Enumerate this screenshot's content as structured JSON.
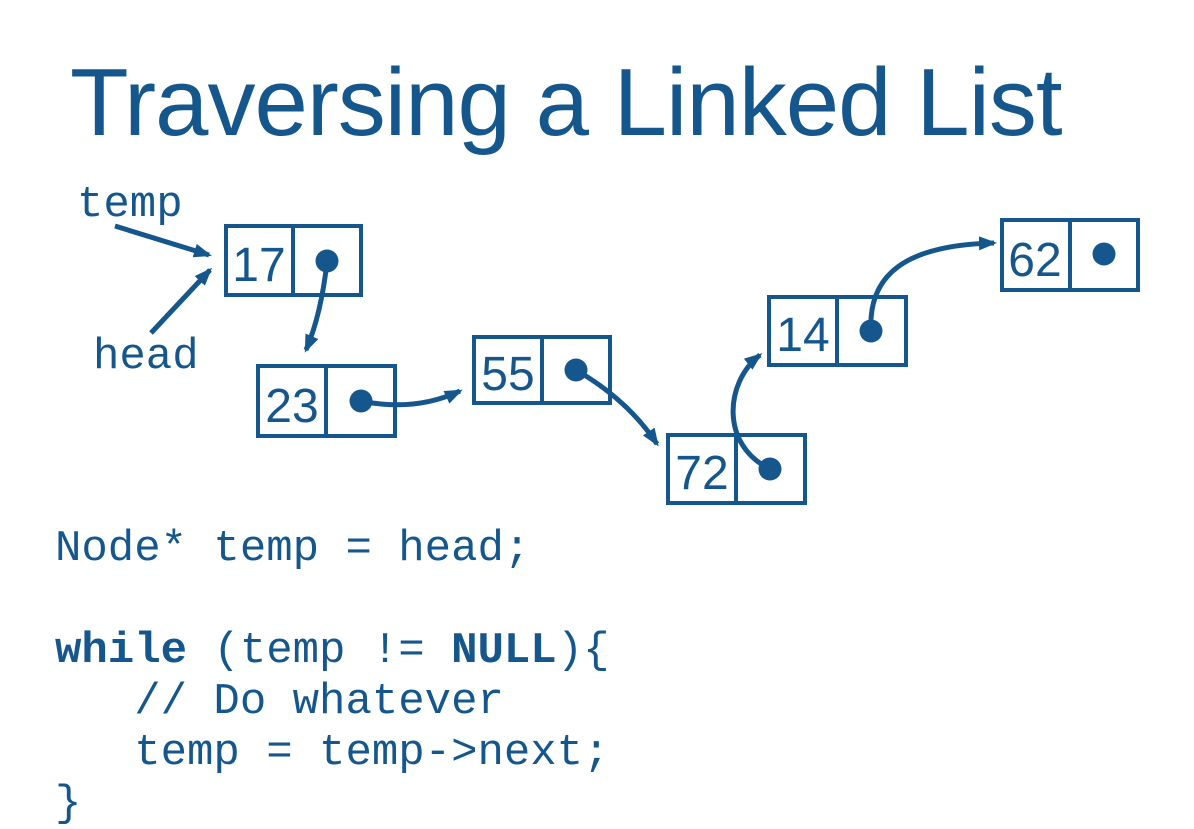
{
  "title": "Traversing a Linked List",
  "colors": {
    "ink": "#15578C",
    "background": "#FFFFFF"
  },
  "diagram": {
    "pointer_labels": {
      "temp": "temp",
      "head": "head"
    },
    "nodes": [
      {
        "value": "17"
      },
      {
        "value": "23"
      },
      {
        "value": "55"
      },
      {
        "value": "72"
      },
      {
        "value": "14"
      },
      {
        "value": "62"
      }
    ]
  },
  "code": {
    "line1": "Node* temp = head;",
    "while_keyword": "while",
    "while_middle": " (temp != ",
    "null_keyword": "NULL",
    "while_end": "){",
    "comment_line": "   // Do whatever",
    "assign_line": "   temp = temp->next;",
    "closing_brace": "}"
  }
}
